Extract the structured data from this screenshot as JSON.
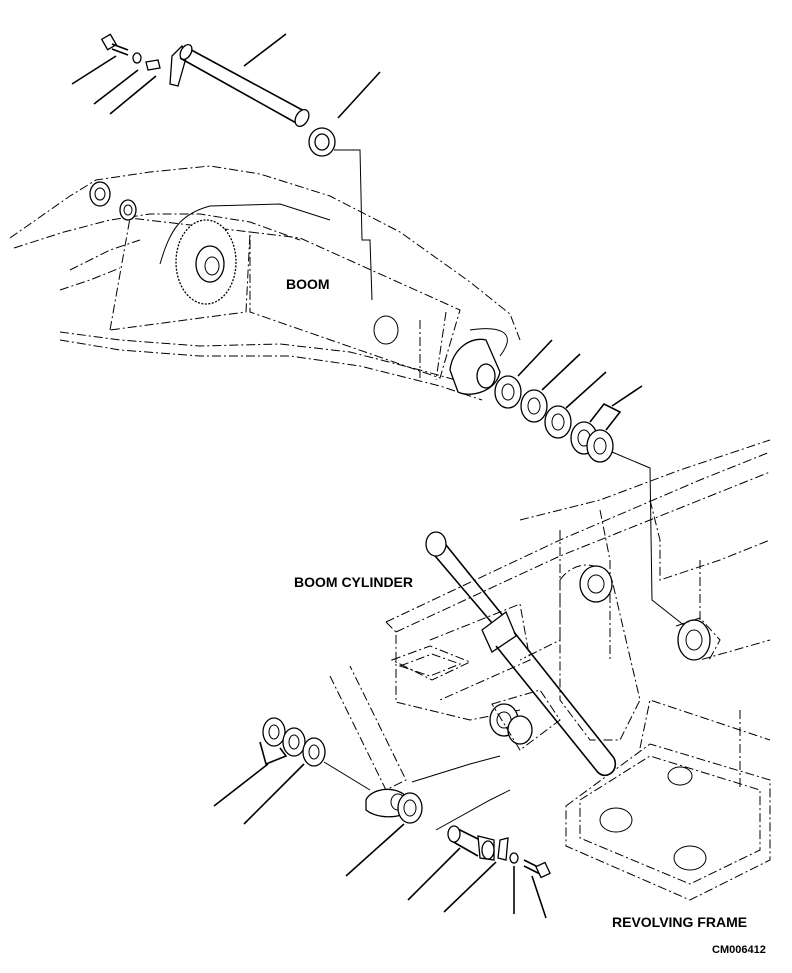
{
  "labels": {
    "boom": "BOOM",
    "boom_cylinder": "BOOM CYLINDER",
    "revolving_frame": "REVOLVING FRAME",
    "figure_code": "CM006412"
  },
  "parts": {
    "top_pin": [
      "bolt",
      "lock-washer",
      "plate",
      "pin",
      "shim"
    ],
    "boom_right_side": [
      "shim",
      "shim",
      "shim",
      "shim",
      "shim"
    ],
    "cylinder_foot": [
      "shim",
      "shim",
      "shim",
      "shim",
      "pin",
      "plate",
      "lock-washer",
      "bolt"
    ]
  },
  "colors": {
    "line": "#000000",
    "background": "#ffffff"
  }
}
